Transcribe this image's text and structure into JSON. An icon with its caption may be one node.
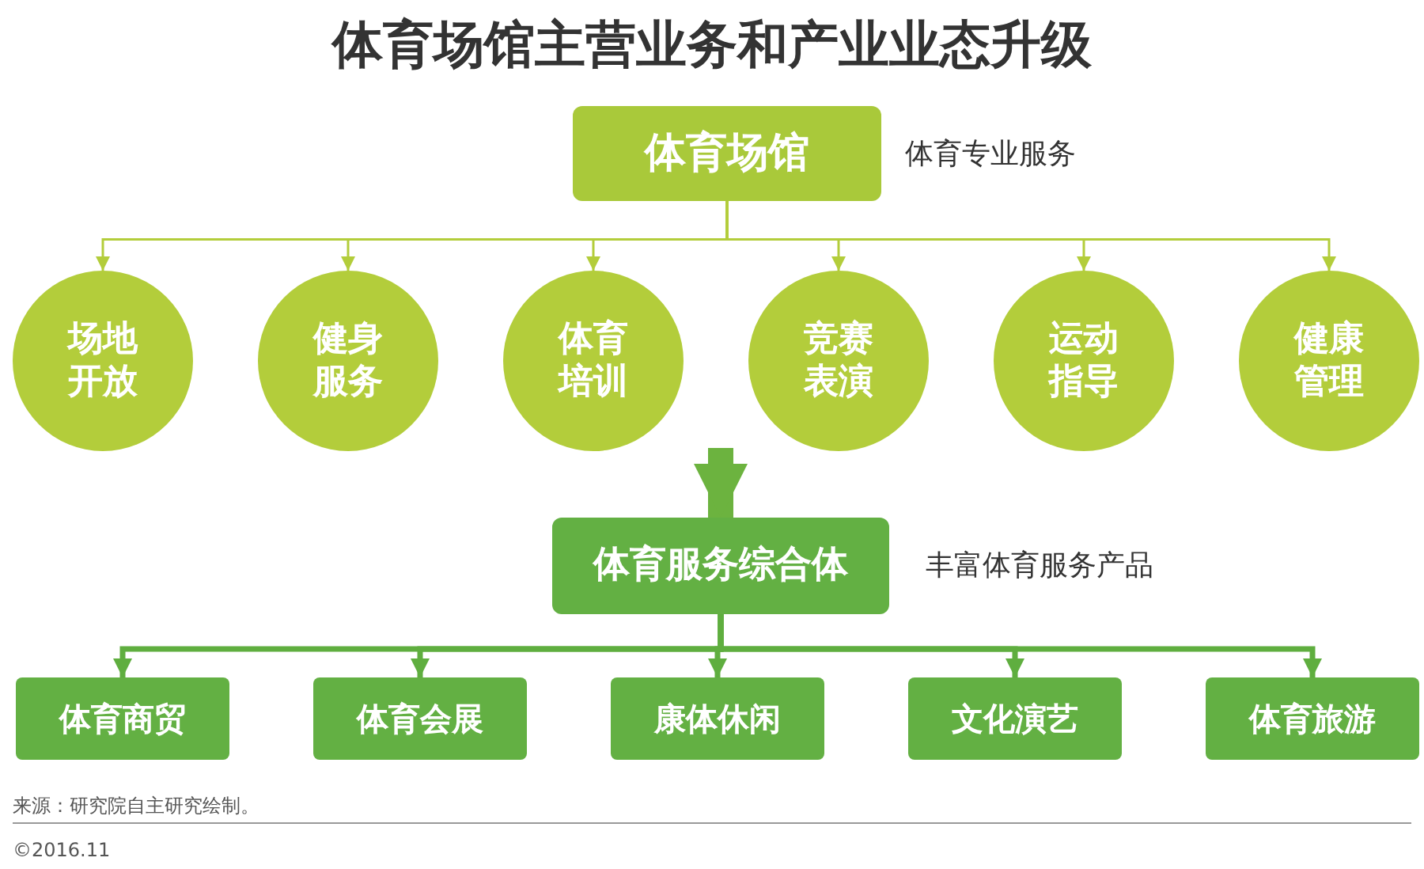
{
  "diagram": {
    "title": "体育场馆主营业务和产业业态升级",
    "nodes": [
      {
        "text": [
          "体育场馆"
        ],
        "beside": [
          "体育专业服务"
        ]
      },
      {
        "text": [
          "场地开放"
        ]
      },
      {
        "text": [
          "健身服务"
        ]
      },
      {
        "text": [
          "体育培训"
        ]
      },
      {
        "text": [
          "竞赛表演"
        ]
      },
      {
        "text": [
          "运动指导"
        ]
      },
      {
        "text": [
          "健康管理"
        ]
      },
      {
        "text": [
          "体育服务综合体"
        ],
        "beside": [
          "丰富体育服务产品"
        ]
      },
      {
        "text": [
          "体育商贸"
        ]
      },
      {
        "text": [
          "体育会展"
        ]
      },
      {
        "text": [
          "康体休闲"
        ]
      },
      {
        "text": [
          "文化演艺"
        ]
      },
      {
        "text": [
          "体育旅游"
        ]
      }
    ],
    "edges": [
      {
        "from": 0,
        "to": 1,
        "arrow": "to"
      },
      {
        "from": 0,
        "to": 2,
        "arrow": "to"
      },
      {
        "from": 0,
        "to": 3,
        "arrow": "to"
      },
      {
        "from": 0,
        "to": 4,
        "arrow": "to"
      },
      {
        "from": 0,
        "to": 5,
        "arrow": "to"
      },
      {
        "from": 0,
        "to": 6,
        "arrow": "to"
      },
      {
        "from": null,
        "to": 7,
        "arrow": "to",
        "style": "thick",
        "color": "#6cb33f"
      },
      {
        "from": 7,
        "to": 8,
        "arrow": "to",
        "style": "thick",
        "color": "#5fae3f"
      },
      {
        "from": 7,
        "to": 9,
        "arrow": "to",
        "style": "thick",
        "color": "#5fae3f"
      },
      {
        "from": 7,
        "to": 10,
        "arrow": "to",
        "style": "thick",
        "color": "#5fae3f"
      },
      {
        "from": 7,
        "to": 11,
        "arrow": "to",
        "style": "thick",
        "color": "#5fae3f"
      },
      {
        "from": 7,
        "to": 12,
        "arrow": "to",
        "style": "thick",
        "color": "#5fae3f"
      }
    ],
    "labels": [
      "来源：研究院自主研究绘制。",
      "©2016.11"
    ]
  }
}
